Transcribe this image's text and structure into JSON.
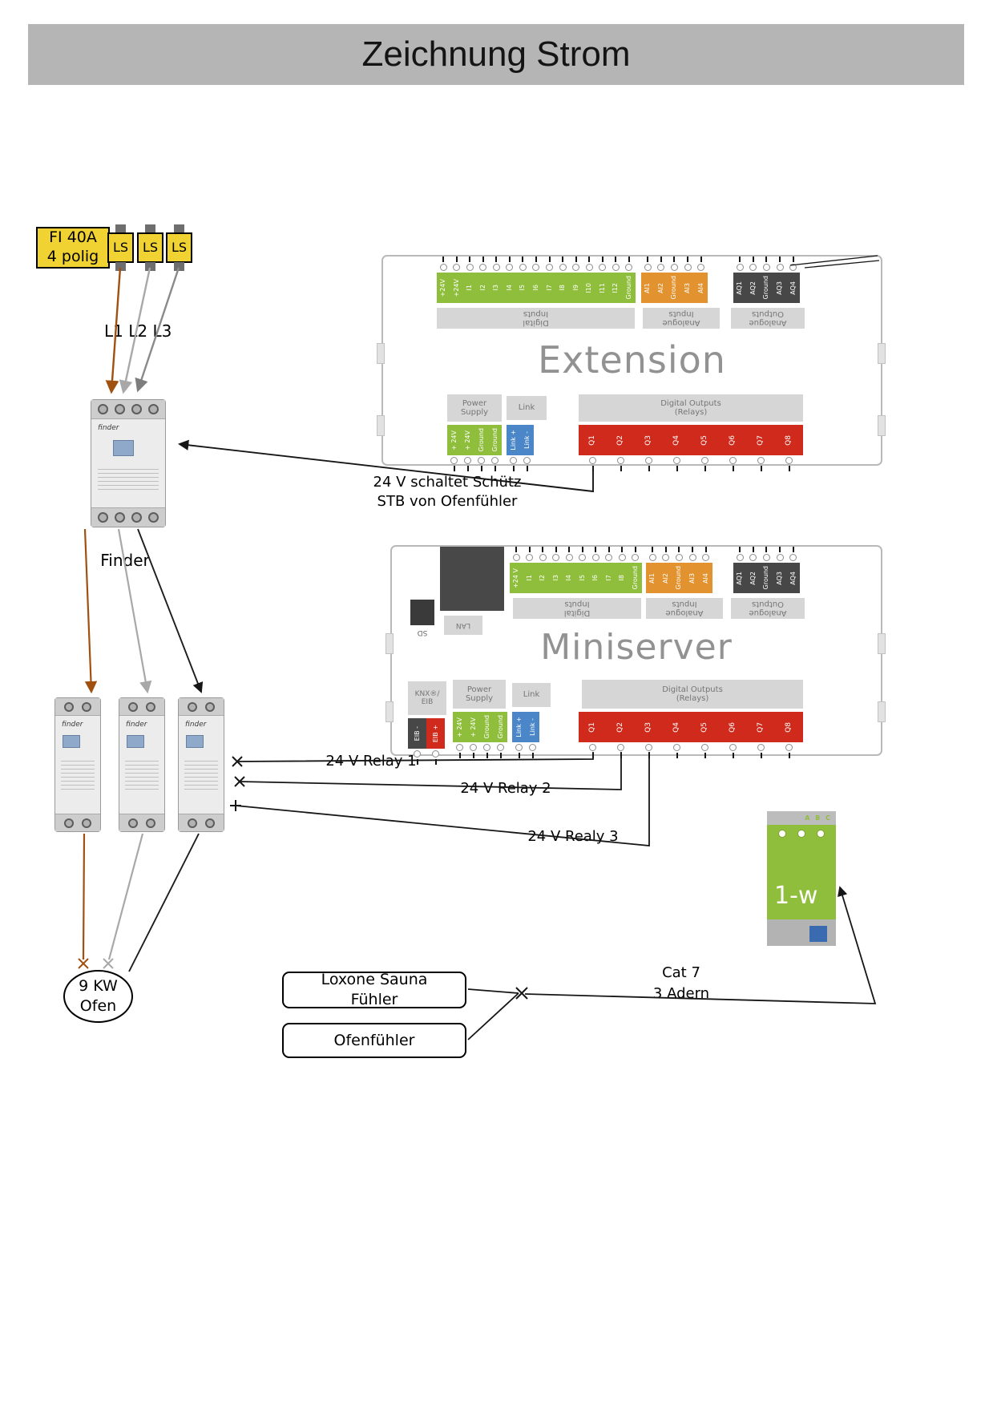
{
  "colors": {
    "green": "#8fbe3d",
    "orange": "#e2932f",
    "dark": "#474747",
    "red": "#cf2a1b",
    "blue": "#4a86c8",
    "yellow": "#f0d232",
    "title_bg": "#b5b5b5",
    "brown": "#a0500f",
    "gray_wire": "#a8a8a8"
  },
  "title": "Zeichnung Strom",
  "supply": {
    "fi_breaker": "FI 40A\n4 polig",
    "ls_breakers": [
      "LS",
      "LS",
      "LS"
    ],
    "phases": "L1 L2 L3",
    "contactor": "Finder",
    "brand": "finder"
  },
  "extension": {
    "name": "Extension",
    "top_green": [
      "+24V",
      "+24V",
      "I1",
      "I2",
      "I3",
      "I4",
      "I5",
      "I6",
      "I7",
      "I8",
      "I9",
      "I10",
      "I11",
      "I12",
      "Ground"
    ],
    "top_orange": [
      "AI1",
      "AI2",
      "Ground",
      "AI3",
      "AI4"
    ],
    "top_dark": [
      "AQ1",
      "AQ2",
      "Ground",
      "AQ3",
      "AQ4"
    ],
    "digital_inputs": "Digital\nInputs",
    "analogue_inputs": "Analogue\nInputs",
    "analogue_outputs": "Analogue\nOutputs",
    "power_supply": "Power\nSupply",
    "link": "Link",
    "digital_outputs": "Digital Outputs\n(Relays)",
    "bottom_green": [
      "+ 24V",
      "+ 24V",
      "Ground",
      "Ground"
    ],
    "bottom_blue": [
      "Link +",
      "Link -"
    ],
    "bottom_red": [
      "Q1",
      "Q2",
      "Q3",
      "Q4",
      "Q5",
      "Q6",
      "Q7",
      "Q8"
    ]
  },
  "miniserver": {
    "name": "Miniserver",
    "top_green": [
      "+24 V",
      "I1",
      "I2",
      "I3",
      "I4",
      "I5",
      "I6",
      "I7",
      "I8",
      "Ground"
    ],
    "top_orange": [
      "AI1",
      "AI2",
      "Ground",
      "AI3",
      "AI4"
    ],
    "top_dark": [
      "AQ1",
      "AQ2",
      "Ground",
      "AQ3",
      "AQ4"
    ],
    "digital_inputs": "Digital\nInputs",
    "analogue_inputs": "Analogue\nInputs",
    "analogue_outputs": "Analogue\nOutputs",
    "sd": "SD",
    "lan": "LAN",
    "knx": "KNX®/\nEIB",
    "power_supply": "Power\nSupply",
    "link": "Link",
    "digital_outputs": "Digital Outputs\n(Relays)",
    "eib": [
      {
        "label": "EIB -",
        "color": "dark"
      },
      {
        "label": "EIB +",
        "color": "red"
      }
    ],
    "bottom_green": [
      "+ 24V",
      "+ 24V",
      "Ground",
      "Ground"
    ],
    "bottom_blue": [
      "Link +",
      "Link -"
    ],
    "bottom_red": [
      "Q1",
      "Q2",
      "Q3",
      "Q4",
      "Q5",
      "Q6",
      "Q7",
      "Q8"
    ]
  },
  "onewire": {
    "abc": "A B C",
    "name": "1-w"
  },
  "oven": "9 KW\nOfen",
  "sensors": {
    "sauna": "Loxone Sauna\nFühler",
    "oven_sensor": "Ofenfühler"
  },
  "annotations": {
    "schuetz": "24 V schaltet Schütz\nSTB von Ofenfühler",
    "relay1": "24 V Relay 1",
    "relay2": "24 V Relay 2",
    "relay3": "24 V Realy 3",
    "cat7": "Cat 7",
    "adern": "3 Adern"
  }
}
